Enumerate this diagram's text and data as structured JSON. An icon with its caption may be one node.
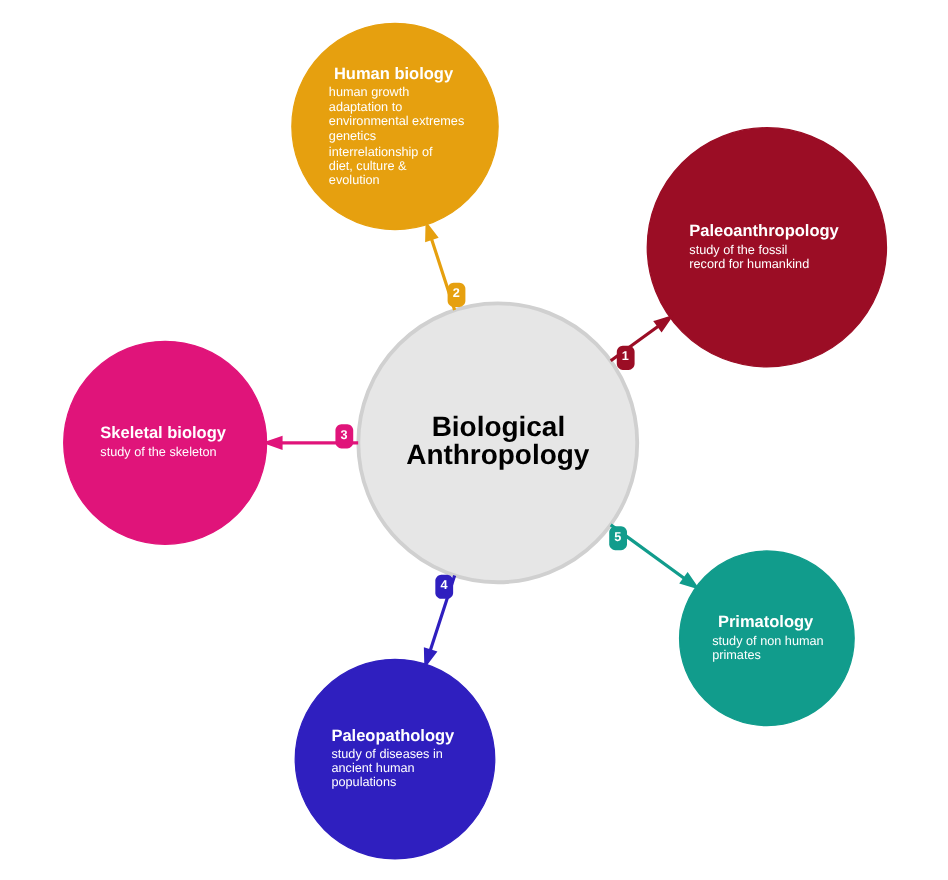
{
  "diagram": {
    "nodes": [
      {
        "text": [
          "Biological Anthropology"
        ]
      },
      {
        "text": [
          "Paleoanthropology",
          "study of the fossil record for humankind"
        ]
      },
      {
        "text": [
          "Human biology",
          "human growth",
          "adaptation to environmental extremes",
          "genetics",
          "interrelationship of diet, culture & evolution"
        ]
      },
      {
        "text": [
          "Skeletal biology",
          "study of the skeleton"
        ]
      },
      {
        "text": [
          "Paleopathology",
          "study of diseases in ancient human populations"
        ]
      },
      {
        "text": [
          "Primatology",
          "study of non human primates"
        ]
      }
    ],
    "edges": [
      {
        "from": 0,
        "to": 1,
        "arrow": "to",
        "label": "1",
        "color": "#9b0d25"
      },
      {
        "from": 0,
        "to": 2,
        "arrow": "to",
        "label": "2",
        "color": "#e6a00f"
      },
      {
        "from": 0,
        "to": 3,
        "arrow": "to",
        "label": "3",
        "color": "#e0147a"
      },
      {
        "from": 0,
        "to": 4,
        "arrow": "to",
        "label": "4",
        "color": "#2f1fbf"
      },
      {
        "from": 0,
        "to": 5,
        "arrow": "to",
        "label": "5",
        "color": "#119c8c"
      }
    ]
  }
}
